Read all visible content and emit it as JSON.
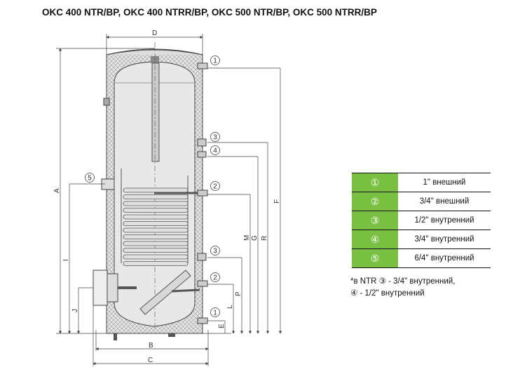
{
  "title": "OKC 400 NTR/BP, OKC 400 NTRR/BP, OKC 500 NTR/BP, OKC 500 NTRR/BP",
  "diagram": {
    "dimension_labels": {
      "A": "A",
      "B": "B",
      "C": "C",
      "D": "D",
      "E": "E",
      "F": "F",
      "G": "G",
      "I": "I",
      "J": "J",
      "L": "L",
      "M": "M",
      "P": "P",
      "R": "R"
    },
    "callouts": [
      "1",
      "3",
      "4",
      "5",
      "2",
      "3",
      "2",
      "1"
    ]
  },
  "connections_table": [
    {
      "symbol": "①",
      "size": "1\" внешний"
    },
    {
      "symbol": "②",
      "size": "3/4\" внешний"
    },
    {
      "symbol": "③",
      "size": "1/2\" внутренний"
    },
    {
      "symbol": "④",
      "size": "3/4\" внутренний"
    },
    {
      "symbol": "⑤",
      "size": "6/4\" внутренний"
    }
  ],
  "note": {
    "line1": "*в NTR ③ - 3/4\" внутренний,",
    "line2": "④ - 1/2\" внутренний"
  },
  "colors": {
    "table_accent": "#7ac143"
  }
}
